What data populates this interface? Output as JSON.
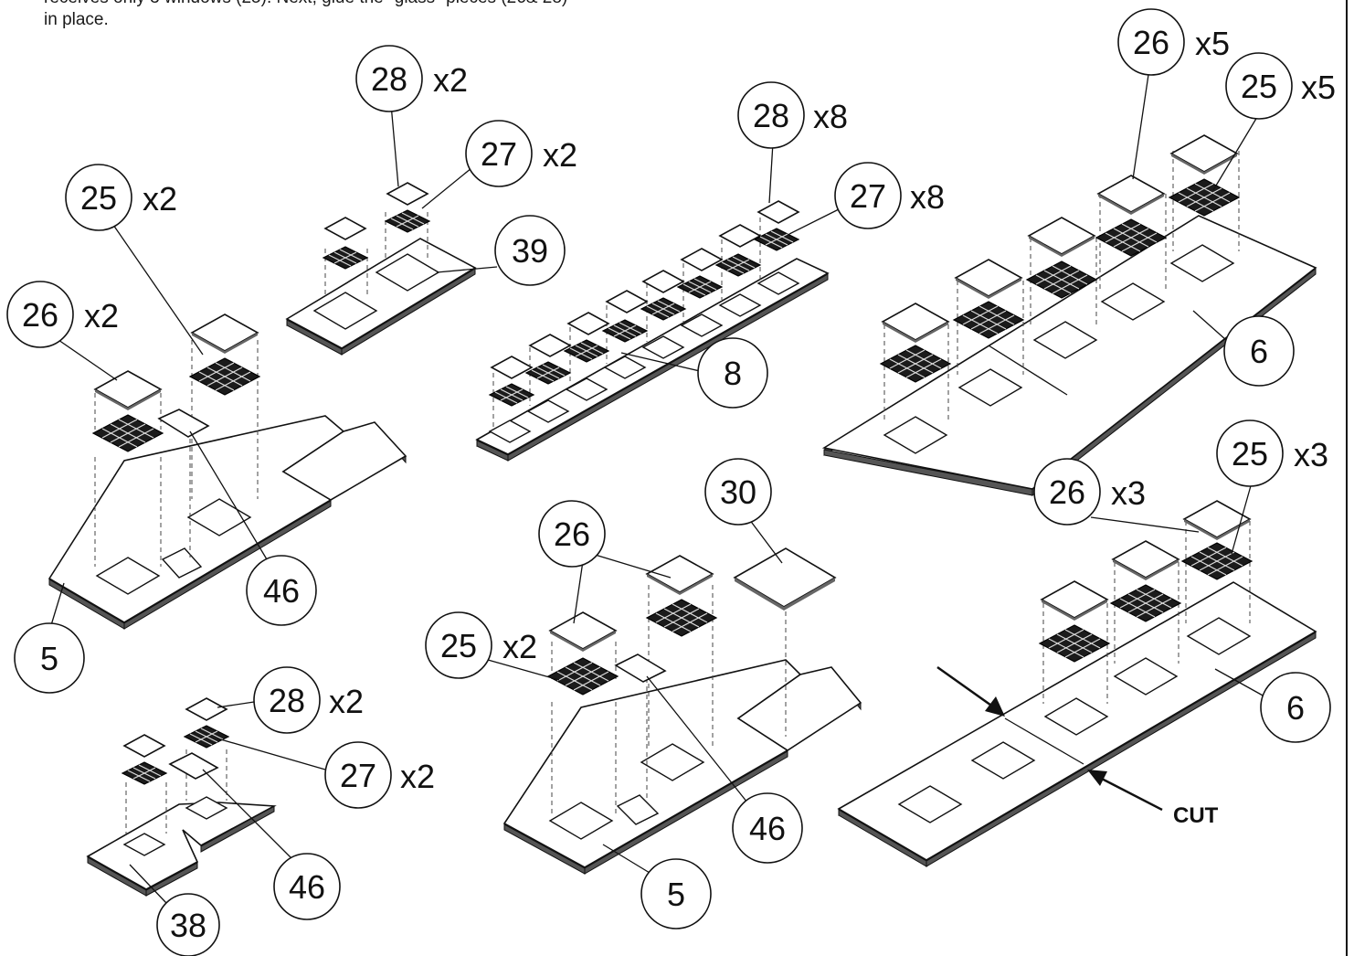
{
  "instructions": {
    "line1": "receives only 3 windows (25). Next, glue the \"glass\" pieces (26& 28)",
    "line2": "in place."
  },
  "callouts": {
    "a_26x5": {
      "part": "26",
      "qty": "x5"
    },
    "a_25x5": {
      "part": "25",
      "qty": "x5"
    },
    "a_6": {
      "part": "6"
    },
    "b_28x8": {
      "part": "28",
      "qty": "x8"
    },
    "b_27x8": {
      "part": "27",
      "qty": "x8"
    },
    "b_8": {
      "part": "8"
    },
    "c_28x2": {
      "part": "28",
      "qty": "x2"
    },
    "c_27x2": {
      "part": "27",
      "qty": "x2"
    },
    "c_39": {
      "part": "39"
    },
    "d_25x2": {
      "part": "25",
      "qty": "x2"
    },
    "d_26x2": {
      "part": "26",
      "qty": "x2"
    },
    "d_46": {
      "part": "46"
    },
    "d_5": {
      "part": "5"
    },
    "e_30": {
      "part": "30"
    },
    "e_26": {
      "part": "26"
    },
    "e_25x2": {
      "part": "25",
      "qty": "x2"
    },
    "e_46": {
      "part": "46"
    },
    "e_5": {
      "part": "5"
    },
    "f_26x3": {
      "part": "26",
      "qty": "x3"
    },
    "f_25x3": {
      "part": "25",
      "qty": "x3"
    },
    "f_6": {
      "part": "6"
    },
    "f_cut": "CUT",
    "g_28x2": {
      "part": "28",
      "qty": "x2"
    },
    "g_27x2": {
      "part": "27",
      "qty": "x2"
    },
    "g_46": {
      "part": "46"
    },
    "g_38": {
      "part": "38"
    }
  }
}
